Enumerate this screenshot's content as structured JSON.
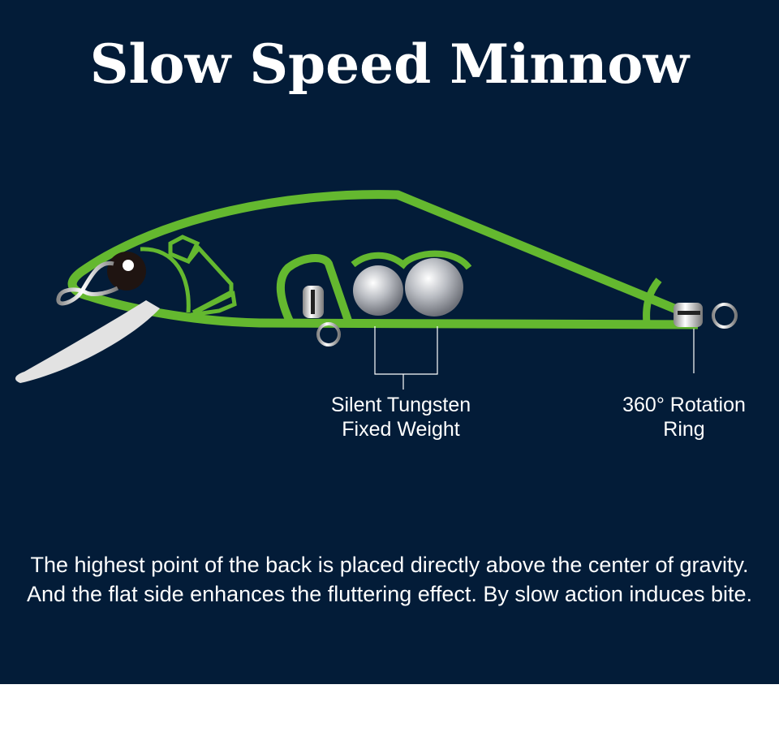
{
  "title": "Slow Speed Minnow",
  "labels": {
    "weight_line1": "Silent Tungsten",
    "weight_line2": "Fixed Weight",
    "ring_line1": "360° Rotation",
    "ring_line2": "Ring"
  },
  "description": "The highest point of the back is placed directly above the center of gravity. And the flat side enhances the fluttering effect. By slow action induces bite.",
  "colors": {
    "background": "#031c38",
    "outline": "#64b82f"
  }
}
